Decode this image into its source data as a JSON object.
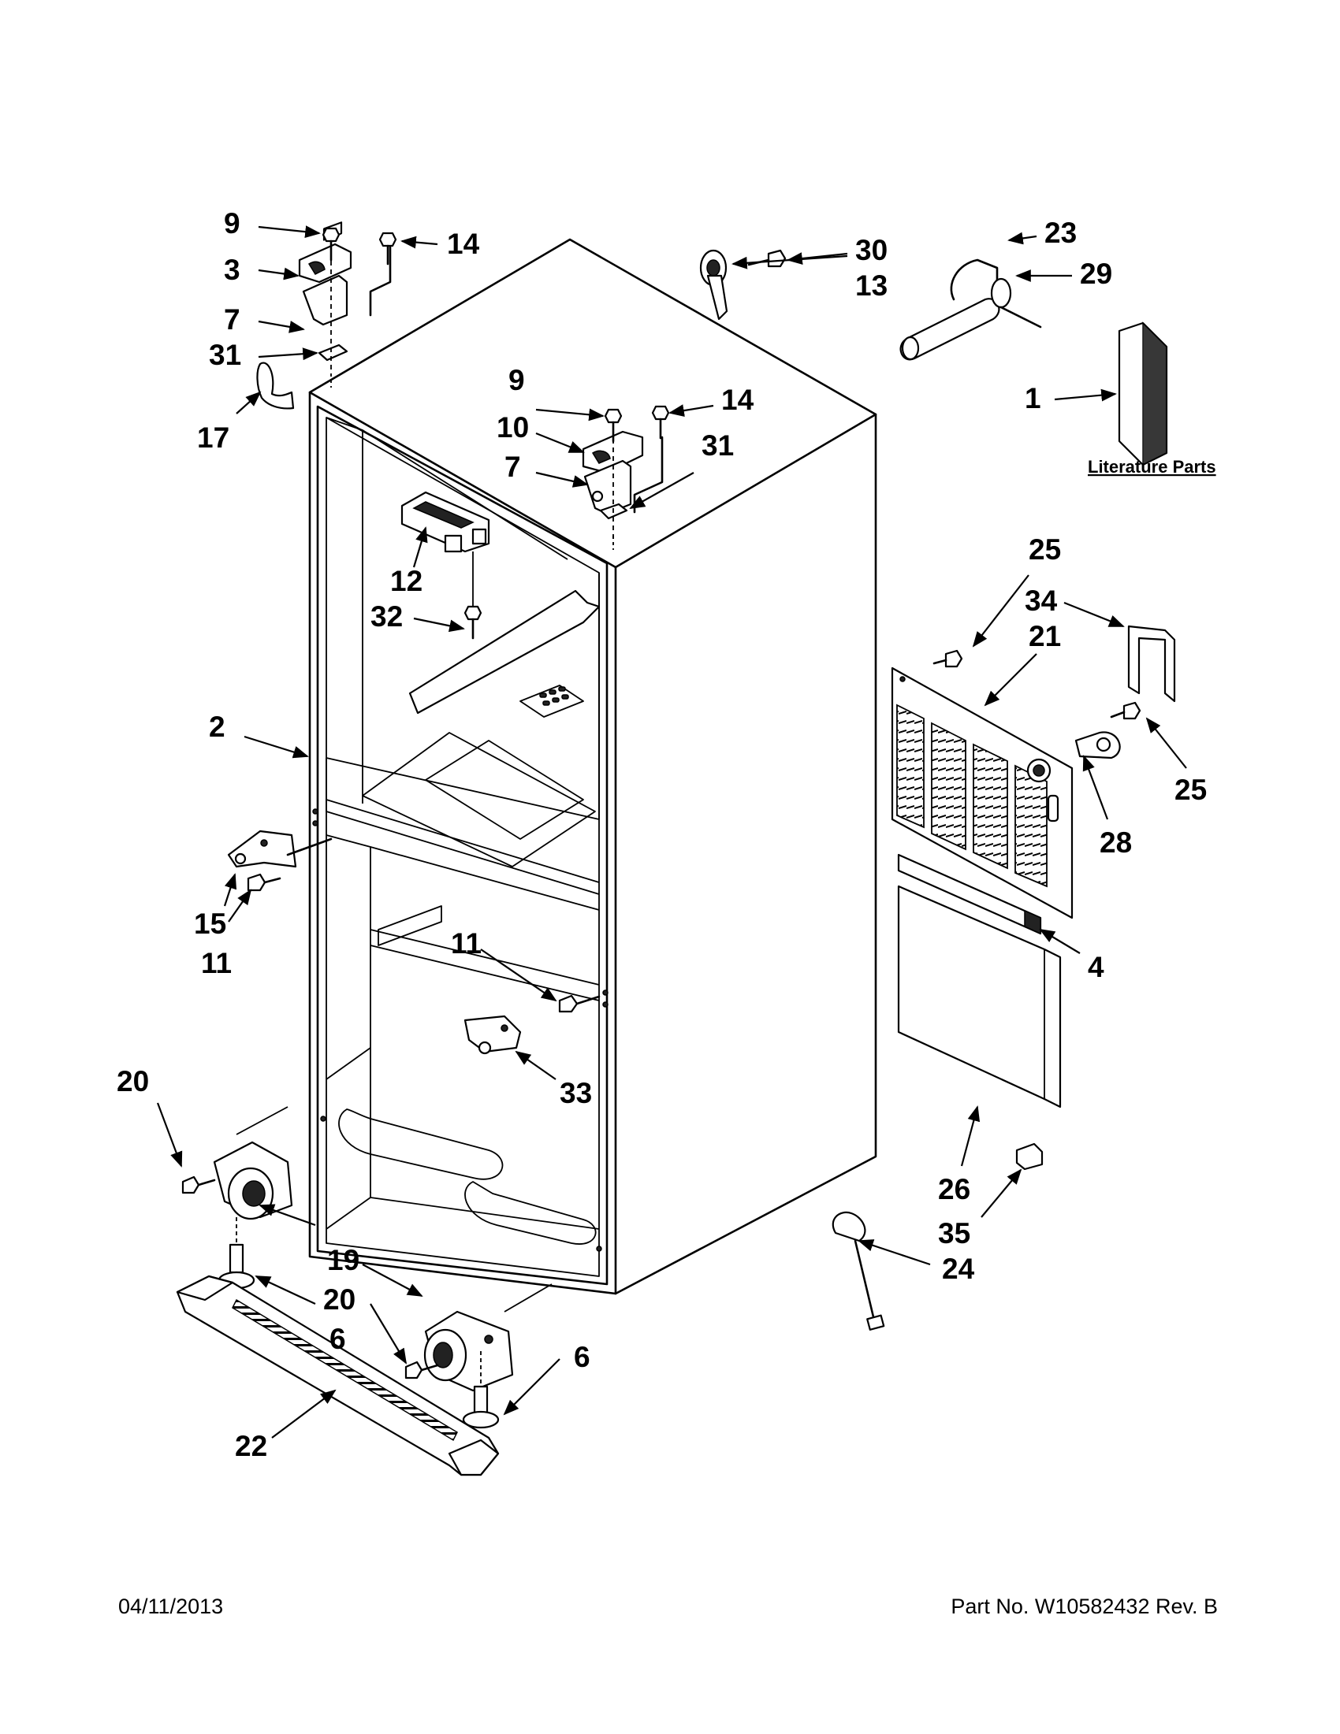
{
  "diagram": {
    "callouts": [
      "9",
      "14",
      "3",
      "7",
      "31",
      "17",
      "30",
      "13",
      "23",
      "29",
      "1",
      "9",
      "14",
      "10",
      "7",
      "31",
      "12",
      "32",
      "2",
      "25",
      "34",
      "21",
      "25",
      "28",
      "15",
      "11",
      "4",
      "11",
      "33",
      "20",
      "19",
      "20",
      "6",
      "26",
      "35",
      "24",
      "6",
      "22"
    ],
    "literature_label": "Literature Parts"
  },
  "footer": {
    "date": "04/11/2013",
    "part_no": "Part No.  W10582432  Rev.  B"
  }
}
